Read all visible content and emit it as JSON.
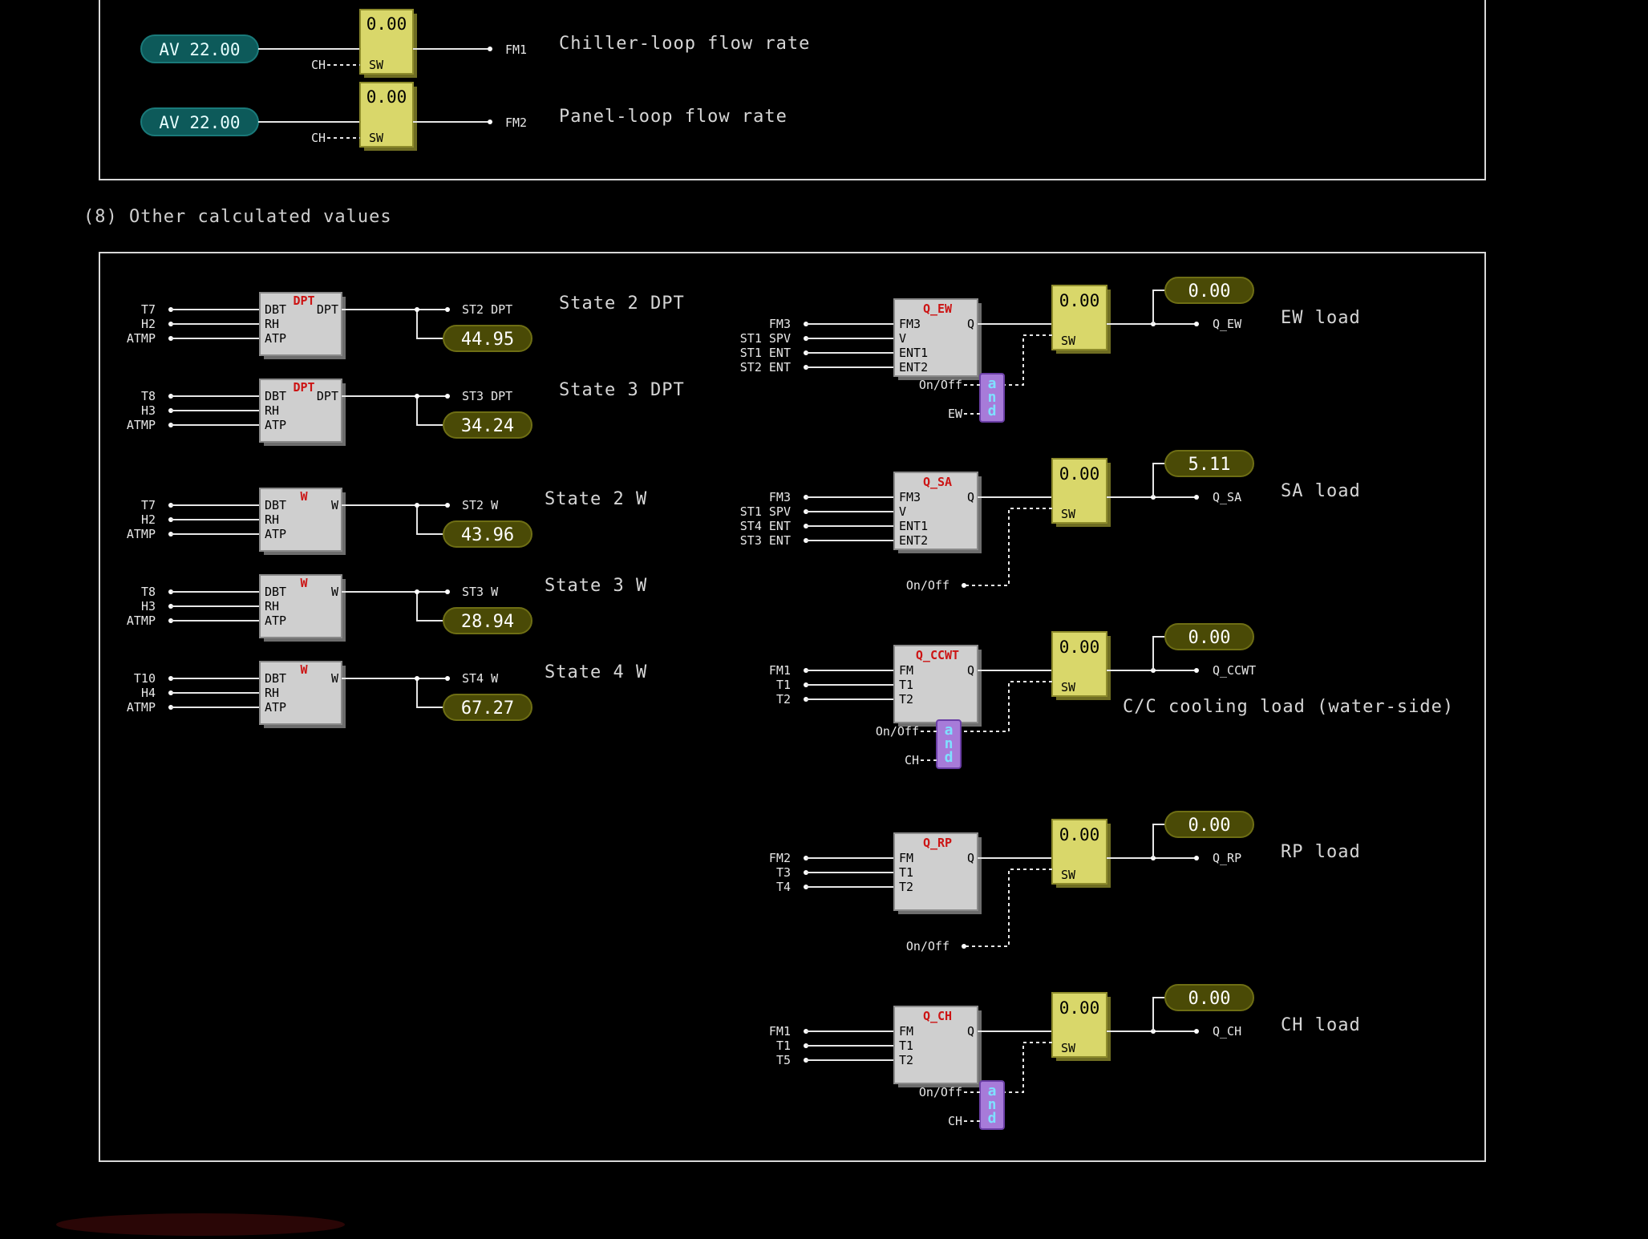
{
  "panel_top": {
    "rows": [
      {
        "av_label": "AV 22.00",
        "switch_value": "0.00",
        "switch_port": "SW",
        "switch_input": "CH",
        "output_tag": "FM1",
        "description": "Chiller-loop flow rate"
      },
      {
        "av_label": "AV 22.00",
        "switch_value": "0.00",
        "switch_port": "SW",
        "switch_input": "CH",
        "output_tag": "FM2",
        "description": "Panel-loop flow rate"
      }
    ]
  },
  "section_heading": "(8) Other calculated values",
  "left_blocks": [
    {
      "title": "DPT",
      "ports": [
        "DBT",
        "RH",
        "ATP"
      ],
      "out_port": "DPT",
      "inputs": [
        "T7",
        "H2",
        "ATMP"
      ],
      "output_tag": "ST2 DPT",
      "value": "44.95",
      "description": "State 2 DPT"
    },
    {
      "title": "DPT",
      "ports": [
        "DBT",
        "RH",
        "ATP"
      ],
      "out_port": "DPT",
      "inputs": [
        "T8",
        "H3",
        "ATMP"
      ],
      "output_tag": "ST3 DPT",
      "value": "34.24",
      "description": "State 3 DPT"
    },
    {
      "title": "W",
      "ports": [
        "DBT",
        "RH",
        "ATP"
      ],
      "out_port": "W",
      "inputs": [
        "T7",
        "H2",
        "ATMP"
      ],
      "output_tag": "ST2 W",
      "value": "43.96",
      "description": "State 2 W"
    },
    {
      "title": "W",
      "ports": [
        "DBT",
        "RH",
        "ATP"
      ],
      "out_port": "W",
      "inputs": [
        "T8",
        "H3",
        "ATMP"
      ],
      "output_tag": "ST3 W",
      "value": "28.94",
      "description": "State 3 W"
    },
    {
      "title": "W",
      "ports": [
        "DBT",
        "RH",
        "ATP"
      ],
      "out_port": "W",
      "inputs": [
        "T10",
        "H4",
        "ATMP"
      ],
      "output_tag": "ST4 W",
      "value": "67.27",
      "description": "State 4 W"
    }
  ],
  "right_blocks": [
    {
      "title": "Q_EW",
      "ports": [
        "FM3",
        "V",
        "ENT1",
        "ENT2"
      ],
      "out_port": "Q",
      "inputs": [
        "FM3",
        "ST1 SPV",
        "ST1 ENT",
        "ST2 ENT"
      ],
      "switch_value": "0.00",
      "switch_port": "SW",
      "value": "0.00",
      "output_tag": "Q_EW",
      "description": "EW load",
      "gate": {
        "label": "and",
        "inputs": [
          "On/Off",
          "EW"
        ]
      }
    },
    {
      "title": "Q_SA",
      "ports": [
        "FM3",
        "V",
        "ENT1",
        "ENT2"
      ],
      "out_port": "Q",
      "inputs": [
        "FM3",
        "ST1 SPV",
        "ST4 ENT",
        "ST3 ENT"
      ],
      "switch_value": "0.00",
      "switch_port": "SW",
      "value": "5.11",
      "output_tag": "Q_SA",
      "description": "SA load",
      "control": "On/Off"
    },
    {
      "title": "Q_CCWT",
      "ports": [
        "FM",
        "T1",
        "T2"
      ],
      "out_port": "Q",
      "inputs": [
        "FM1",
        "T1",
        "T2"
      ],
      "switch_value": "0.00",
      "switch_port": "SW",
      "value": "0.00",
      "output_tag": "Q_CCWT",
      "description": "C/C cooling load (water-side)",
      "gate": {
        "label": "and",
        "inputs": [
          "On/Off",
          "CH"
        ]
      }
    },
    {
      "title": "Q_RP",
      "ports": [
        "FM",
        "T1",
        "T2"
      ],
      "out_port": "Q",
      "inputs": [
        "FM2",
        "T3",
        "T4"
      ],
      "switch_value": "0.00",
      "switch_port": "SW",
      "value": "0.00",
      "output_tag": "Q_RP",
      "description": "RP load",
      "control": "On/Off"
    },
    {
      "title": "Q_CH",
      "ports": [
        "FM",
        "T1",
        "T2"
      ],
      "out_port": "Q",
      "inputs": [
        "FM1",
        "T1",
        "T5"
      ],
      "switch_value": "0.00",
      "switch_port": "SW",
      "value": "0.00",
      "output_tag": "Q_CH",
      "description": "CH load",
      "gate": {
        "label": "and",
        "inputs": [
          "On/Off",
          "CH"
        ]
      }
    }
  ]
}
